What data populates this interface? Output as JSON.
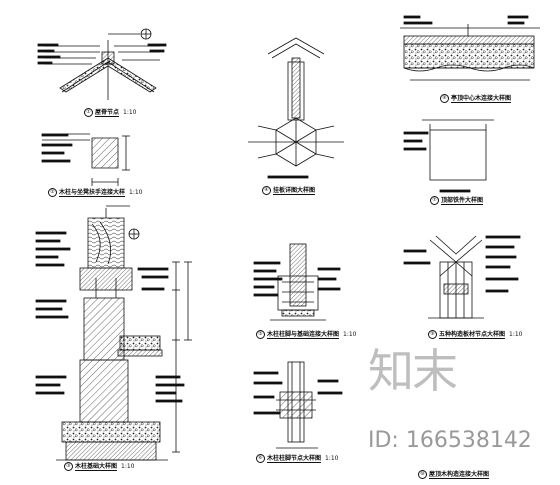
{
  "drawing": {
    "details": [
      {
        "no": "①",
        "title": "屋脊节点",
        "scale": "1:10"
      },
      {
        "no": "②",
        "title": "木柱与坐凳扶手连接大样",
        "scale": "1:10"
      },
      {
        "no": "③",
        "title": "木柱基础大样图",
        "scale": "1:10"
      },
      {
        "no": "④",
        "title": "挂板详图大样图",
        "scale": ""
      },
      {
        "no": "⑤",
        "title": "木柱柱脚与基础连接大样图",
        "scale": "1:10"
      },
      {
        "no": "⑥",
        "title": "木柱柱脚节点大样图",
        "scale": "1:10"
      },
      {
        "no": "⑦",
        "title": "顶部铁件大样图",
        "scale": ""
      },
      {
        "no": "⑧",
        "title": "亭顶中心木连接大样图",
        "scale": ""
      },
      {
        "no": "⑨",
        "title": "五种构造板材节点大样图",
        "scale": "1:10"
      },
      {
        "no": "⑩",
        "title": "屋顶木构造连接大样图",
        "scale": ""
      }
    ]
  },
  "watermark": {
    "logo": "知末",
    "id": "ID: 166538142"
  }
}
